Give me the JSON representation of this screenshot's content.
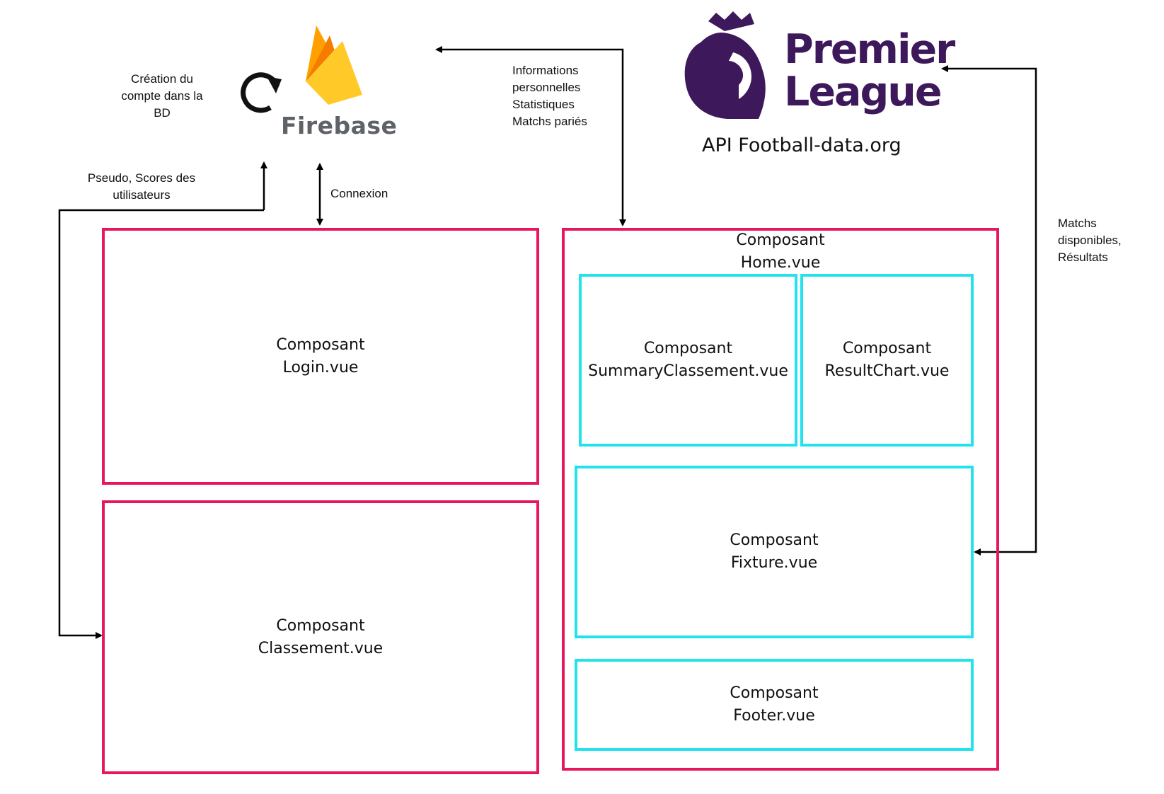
{
  "services": {
    "firebase": {
      "name": "Firebase",
      "create_note": [
        "Création du",
        "compte dans la",
        "BD"
      ]
    },
    "premier_league": {
      "logo_text": [
        "Premier",
        "League"
      ],
      "api_label": "API Football-data.org"
    }
  },
  "arrows": {
    "scores": [
      "Pseudo, Scores des",
      "utilisateurs"
    ],
    "connexion": "Connexion",
    "user_info": [
      "Informations",
      "personnelles",
      "Statistiques",
      "Matchs pariés"
    ],
    "matches": [
      "Matchs",
      "disponibles,",
      "Résultats"
    ]
  },
  "components": {
    "login": [
      "Composant",
      "Login.vue"
    ],
    "classement": [
      "Composant",
      "Classement.vue"
    ],
    "home": [
      "Composant",
      "Home.vue"
    ],
    "summary": [
      "Composant",
      "SummaryClassement.vue"
    ],
    "result_chart": [
      "Composant",
      "ResultChart.vue"
    ],
    "fixture": [
      "Composant",
      "Fixture.vue"
    ],
    "footer": [
      "Composant",
      "Footer.vue"
    ]
  },
  "colors": {
    "page_component_border": "#e8175d",
    "sub_component_border": "#22e3ec",
    "premier_league_purple": "#3d195b",
    "firebase_text": "#5f6368",
    "firebase_yellow": "#ffca28",
    "firebase_orange": "#f57c00"
  }
}
